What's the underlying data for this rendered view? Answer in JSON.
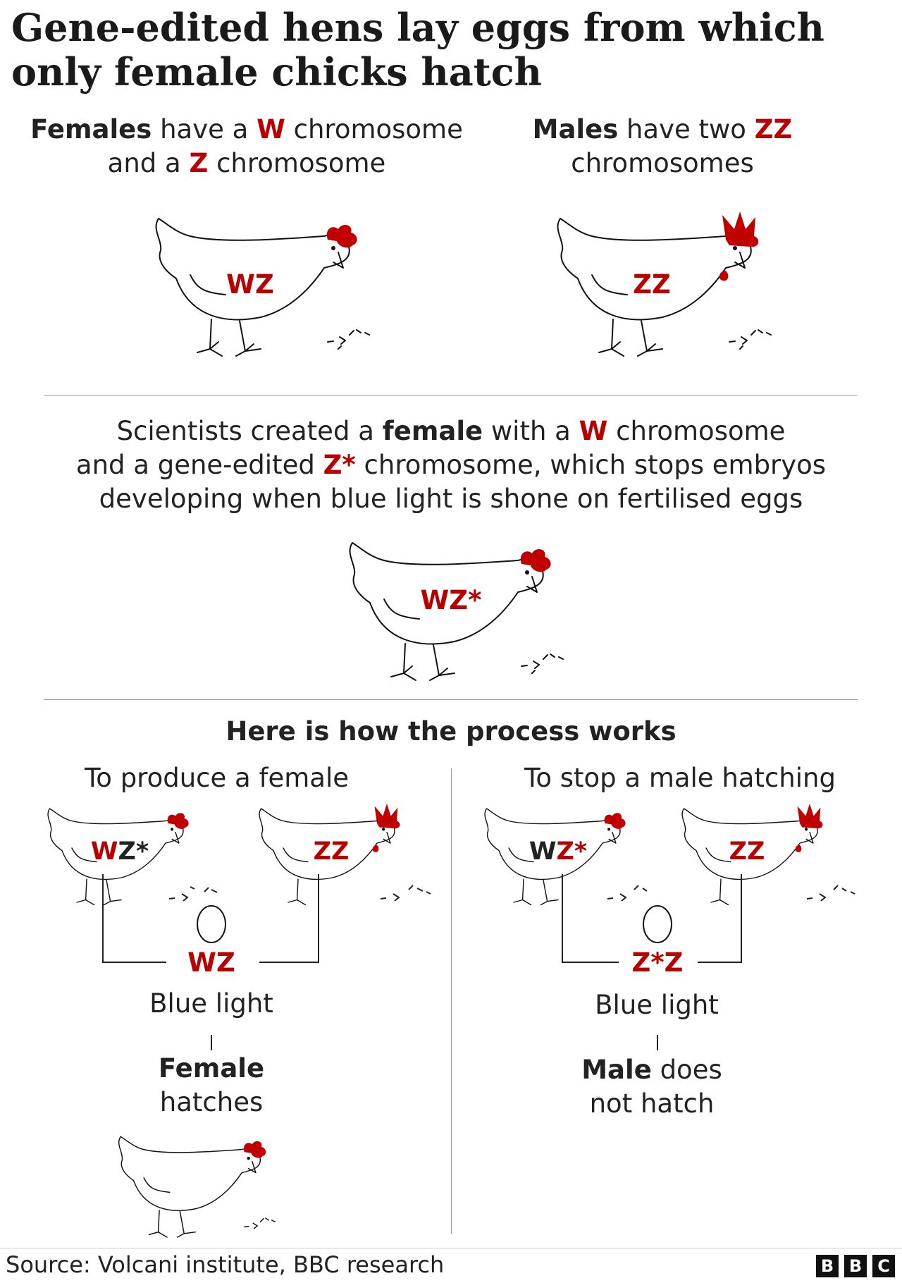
{
  "title": "Gene-edited hens lay eggs from which only female chicks hatch",
  "females": {
    "bold": "Females",
    "t1": " have a ",
    "w": "W",
    "t2": " chromosome",
    "t3": "and a ",
    "z": "Z",
    "t4": " chromosome",
    "hen_label": "WZ"
  },
  "males": {
    "bold": "Males",
    "t1": " have two ",
    "zz": "ZZ",
    "t2": "chromosomes",
    "hen_label": "ZZ"
  },
  "scientists": {
    "t1": "Scientists created a ",
    "bold": "female",
    "t2": " with a ",
    "w": "W",
    "t3": " chromosome",
    "t4": "and a gene-edited ",
    "zstar": "Z*",
    "t5": " chromosome, which stops embryos",
    "t6": "developing when blue light is shone on fertilised eggs",
    "hen_label": "WZ*"
  },
  "process": {
    "heading": "Here is how the process works",
    "left": {
      "heading": "To produce a female",
      "hen1_w": "W",
      "hen1_z": "Z*",
      "hen2": "ZZ",
      "egg_result": "WZ",
      "blue_light": "Blue light",
      "outcome_bold": "Female",
      "outcome_rest": "hatches"
    },
    "right": {
      "heading": "To stop a male hatching",
      "hen1_w": "W",
      "hen1_z": "Z*",
      "hen2": "ZZ",
      "egg_result": "Z*Z",
      "blue_light": "Blue light",
      "outcome_bold": "Male",
      "outcome_rest1": " does",
      "outcome_rest2": "not hatch"
    }
  },
  "footer": {
    "source": "Source: Volcani institute, BBC research",
    "logo": [
      "B",
      "B",
      "C"
    ]
  },
  "colors": {
    "accent": "#b80000",
    "comb": "#c00000",
    "rule": "#999999"
  },
  "icons": [
    "hen-icon",
    "rooster-icon",
    "egg-icon",
    "seed-marks-icon"
  ]
}
